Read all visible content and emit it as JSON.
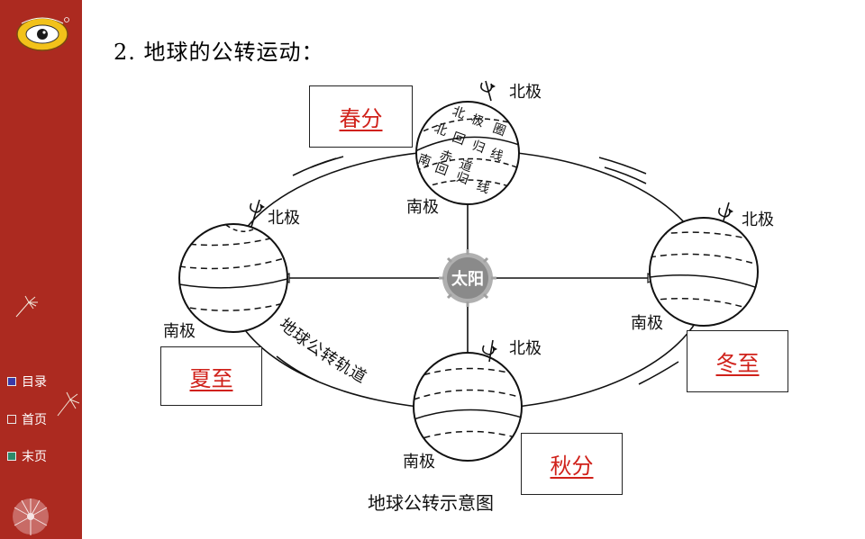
{
  "slide": {
    "title": "2. 地球的公转运动："
  },
  "nav": [
    {
      "label": "目录",
      "box_color": "#3a3aa8"
    },
    {
      "label": "首页",
      "box_color": "#ac2a20"
    },
    {
      "label": "末页",
      "box_color": "#2e8a6a"
    }
  ],
  "diagram": {
    "sun_label": "太阳",
    "orbit_label": "地球公转轨道",
    "caption": "地球公转示意图",
    "north_pole": "北极",
    "south_pole": "南极",
    "lines": {
      "arctic_circle": [
        "北",
        "极",
        "圈"
      ],
      "tropic_cancer": [
        "北",
        "回",
        "归",
        "线"
      ],
      "equator": [
        "赤",
        "道"
      ],
      "tropic_capricorn": [
        "南",
        "回",
        "归",
        "线"
      ]
    },
    "seasons": {
      "spring": "春分",
      "summer": "夏至",
      "autumn": "秋分",
      "winter": "冬至"
    }
  },
  "colors": {
    "sidebar": "#ac2a20",
    "season_text": "#d0211a"
  }
}
